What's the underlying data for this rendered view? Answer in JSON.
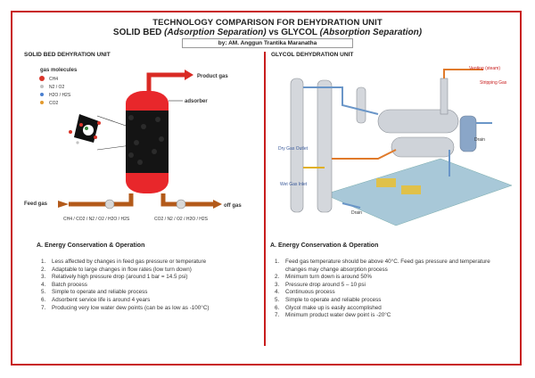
{
  "header": {
    "title": "TECHNOLOGY COMPARISON FOR DEHYDRATION UNIT",
    "subtitle_a": "SOLID BED",
    "subtitle_a_paren": "(Adsorption Separation)",
    "subtitle_vs": "vs GLYCOL",
    "subtitle_b_paren": "(Absorption Separation)",
    "author": "by: AM. Anggun Trantika Maranatha"
  },
  "left": {
    "section_title": "SOLID BED DEHYRATION UNIT",
    "diagram": {
      "legend_title": "gas molecules",
      "legend": [
        "CH4",
        "N2 / O2",
        "H2O / H2S",
        "CO2"
      ],
      "product_gas": "Product gas",
      "adsorber": "adsorber",
      "feed_gas": "Feed gas",
      "off_gas": "off gas",
      "feed_composition": "CH4 / CO2 / N2 / O2 / H2O / H2S",
      "off_composition": "CO2 / N2 / O2 / H2O / H2S"
    },
    "heading": "A.   Energy Conservation & Operation",
    "items": [
      "Less affected by changes in feed gas pressure or temperature",
      "Adaptable to large changes in flow rates (low turn down)",
      "Relatively high pressure drop (around 1 bar = 14.5 psi)",
      "Batch process",
      "Simple to operate and reliable process",
      "Adsorbent service life is around 4 years",
      "Producing very low water dew points (can be as low as -100°C)"
    ]
  },
  "right": {
    "section_title": "GLYCOL DEHYDRATION UNIT",
    "diagram": {
      "venting": "Venting (steam)",
      "stripping": "Stripping Gas",
      "dry_gas": "Dry Gas Outlet",
      "wet_gas": "Wet Gas Inlet",
      "drain1": "Drain",
      "drain2": "Drain"
    },
    "heading": "A.   Energy Conservation & Operation",
    "items": [
      "Feed gas temperature should be above 40°C. Feed gas pressure and temperature changes may change absorption process",
      "Minimum turn down is around 50%",
      "Pressure drop around 5 – 10 psi",
      "Continuous process",
      "Simple to operate and reliable process",
      "Glycol make up is easily accomplished",
      "Minimum product water dew point is -20°C"
    ]
  },
  "colors": {
    "accent": "#c81e1e",
    "vessel": "#e8272b",
    "pipe": "#b35a1a"
  }
}
